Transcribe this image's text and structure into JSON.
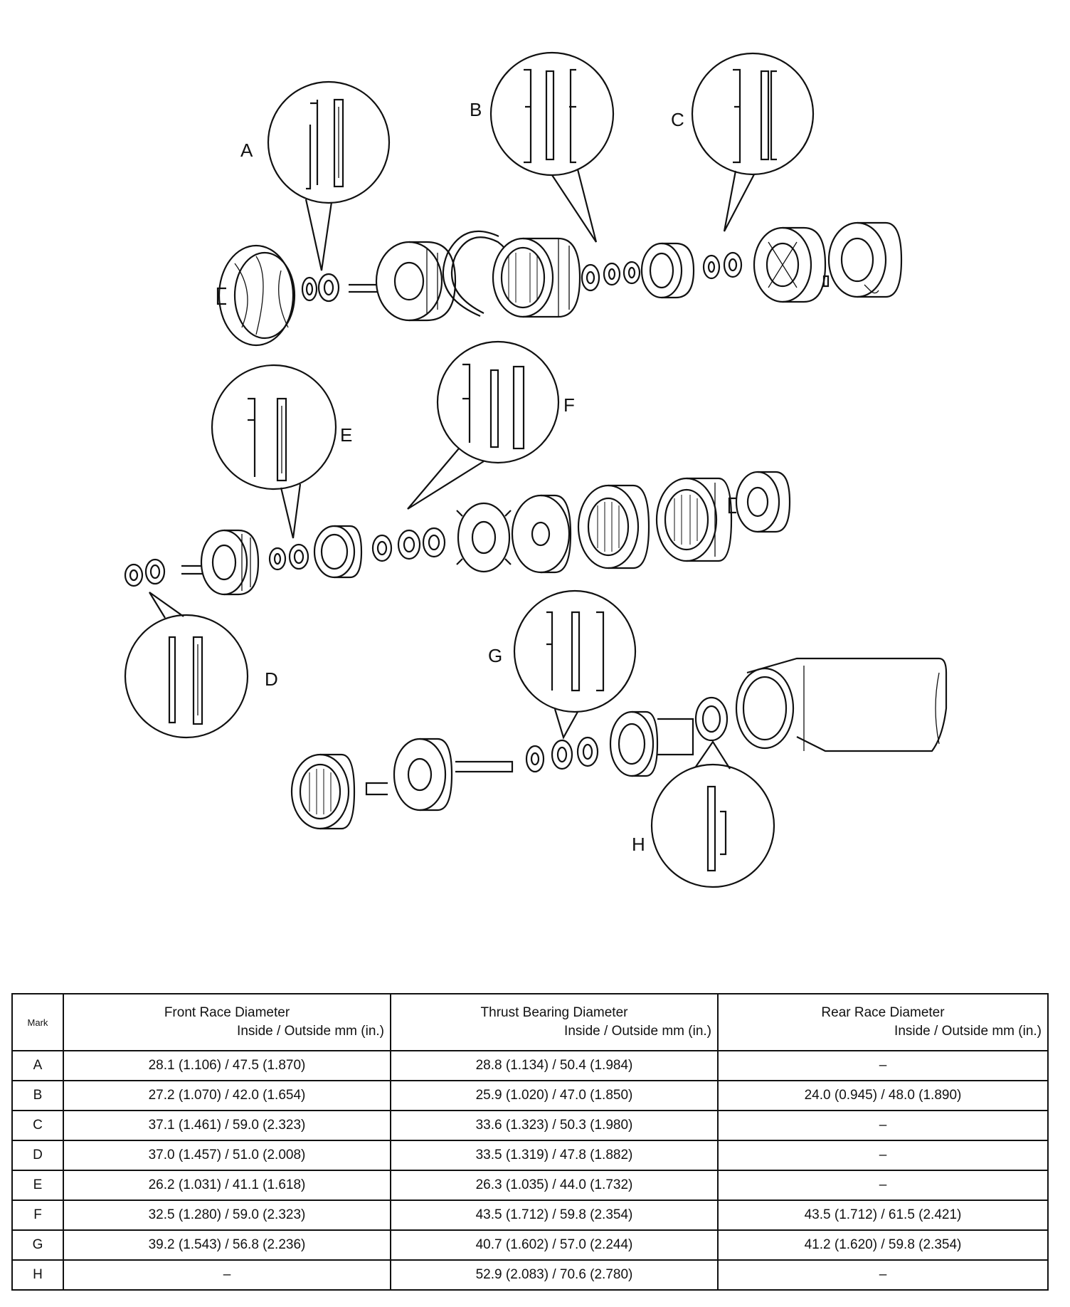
{
  "diagram": {
    "callouts": [
      {
        "id": "callout-a",
        "label": "A"
      },
      {
        "id": "callout-b",
        "label": "B"
      },
      {
        "id": "callout-c",
        "label": "C"
      },
      {
        "id": "callout-d",
        "label": "D"
      },
      {
        "id": "callout-e",
        "label": "E"
      },
      {
        "id": "callout-f",
        "label": "F"
      },
      {
        "id": "callout-g",
        "label": "G"
      },
      {
        "id": "callout-h",
        "label": "H"
      }
    ]
  },
  "table": {
    "headers": {
      "mark": "Mark",
      "front": {
        "title": "Front Race Diameter",
        "sub": "Inside / Outside mm (in.)"
      },
      "thrust": {
        "title": "Thrust Bearing Diameter",
        "sub": "Inside / Outside mm (in.)"
      },
      "rear": {
        "title": "Rear Race Diameter",
        "sub": "Inside / Outside mm (in.)"
      }
    },
    "rows": [
      {
        "mark": "A",
        "front": "28.1 (1.106) / 47.5 (1.870)",
        "thrust": "28.8 (1.134) / 50.4 (1.984)",
        "rear": "–"
      },
      {
        "mark": "B",
        "front": "27.2 (1.070) / 42.0 (1.654)",
        "thrust": "25.9 (1.020) / 47.0 (1.850)",
        "rear": "24.0 (0.945) / 48.0 (1.890)"
      },
      {
        "mark": "C",
        "front": "37.1 (1.461) / 59.0 (2.323)",
        "thrust": "33.6 (1.323) / 50.3 (1.980)",
        "rear": "–"
      },
      {
        "mark": "D",
        "front": "37.0 (1.457) / 51.0 (2.008)",
        "thrust": "33.5 (1.319) / 47.8 (1.882)",
        "rear": "–"
      },
      {
        "mark": "E",
        "front": "26.2 (1.031) / 41.1 (1.618)",
        "thrust": "26.3 (1.035) / 44.0 (1.732)",
        "rear": "–"
      },
      {
        "mark": "F",
        "front": "32.5 (1.280) / 59.0 (2.323)",
        "thrust": "43.5 (1.712) / 59.8 (2.354)",
        "rear": "43.5 (1.712) / 61.5 (2.421)"
      },
      {
        "mark": "G",
        "front": "39.2 (1.543) / 56.8 (2.236)",
        "thrust": "40.7 (1.602) / 57.0 (2.244)",
        "rear": "41.2 (1.620) / 59.8 (2.354)"
      },
      {
        "mark": "H",
        "front": "–",
        "thrust": "52.9 (2.083) / 70.6 (2.780)",
        "rear": "–"
      }
    ]
  }
}
